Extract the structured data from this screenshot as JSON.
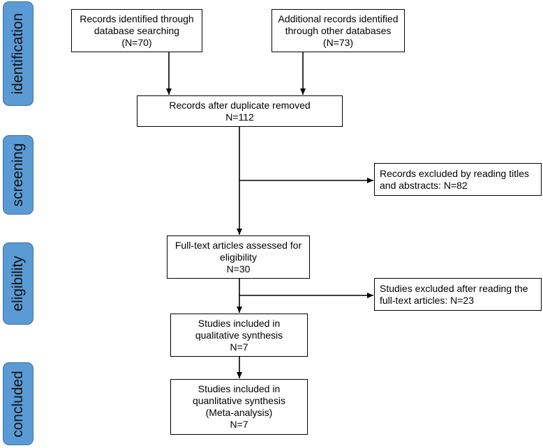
{
  "phases": {
    "identification": "identification",
    "screening": "screening",
    "eligibility": "eligibility",
    "concluded": "concluded"
  },
  "boxes": {
    "db_search": [
      "Records identified through",
      "database searching",
      "(N=70)"
    ],
    "other_db": [
      "Additional records identified",
      "through other databases",
      "(N=73)"
    ],
    "after_dup": [
      "Records after duplicate removed",
      "N=112"
    ],
    "excluded_titles": [
      "Records excluded by reading titles",
      "and abstracts: N=82"
    ],
    "fulltext": [
      "Full-text articles assessed for",
      "eligibility",
      "N=30"
    ],
    "excluded_fulltext": [
      "Studies excluded after reading the",
      "full-text articles: N=23"
    ],
    "qualitative": [
      "Studies included in",
      "qualitative synthesis",
      "N=7"
    ],
    "quantitative": [
      "Studies included in",
      "quanlitative synthesis",
      "(Meta-analysis)",
      "N=7"
    ]
  },
  "colors": {
    "phase_fill": "#5b9bd5",
    "phase_border": "#3a6fa3",
    "line": "#000000"
  }
}
